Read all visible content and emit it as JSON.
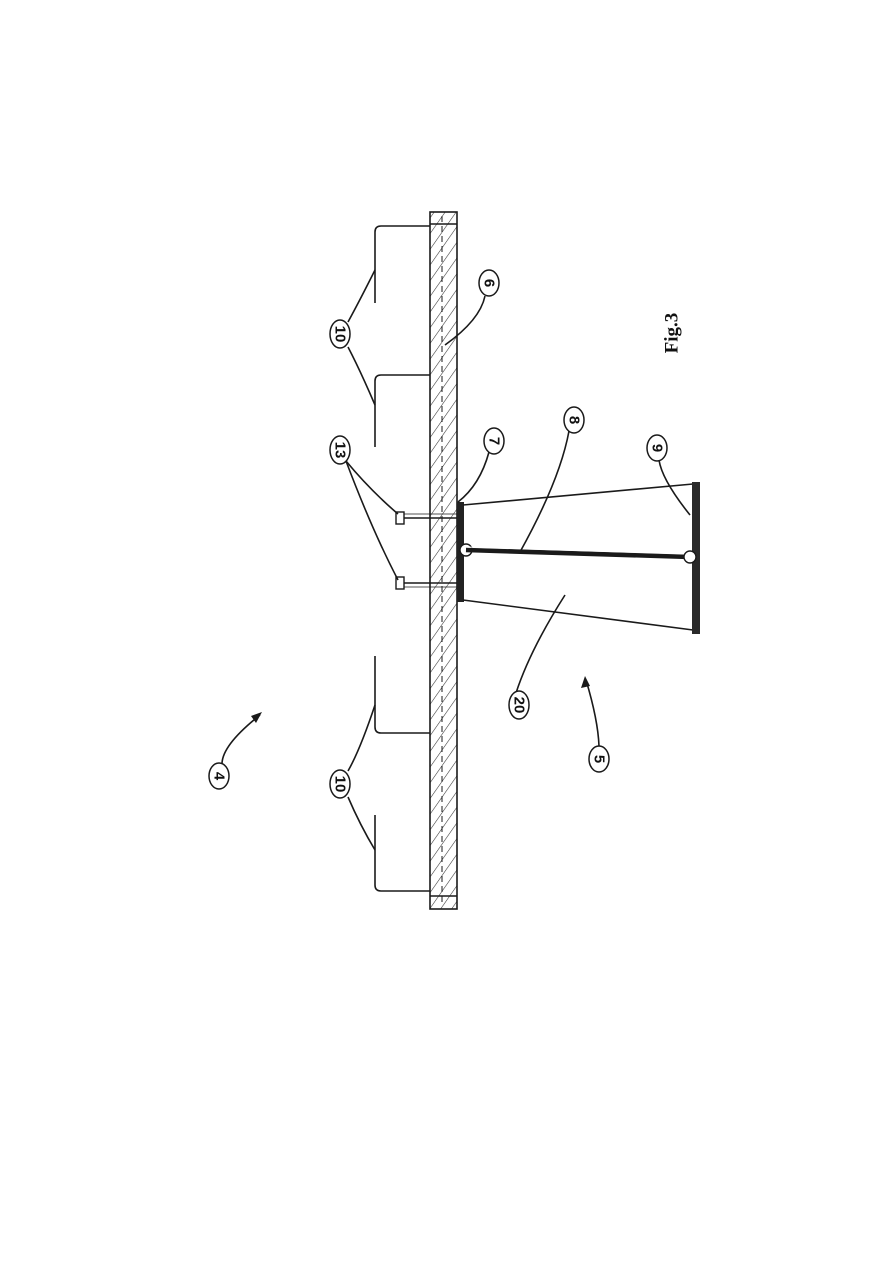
{
  "figure": {
    "caption": "Fig.3",
    "labels": {
      "assembly_top": "4",
      "assembly_bottom": "5",
      "plate": "6",
      "connector": "7",
      "rod": "8",
      "base": "9",
      "hooks_left": "10",
      "hooks_right": "10",
      "bolts": "13",
      "support": "20"
    }
  }
}
